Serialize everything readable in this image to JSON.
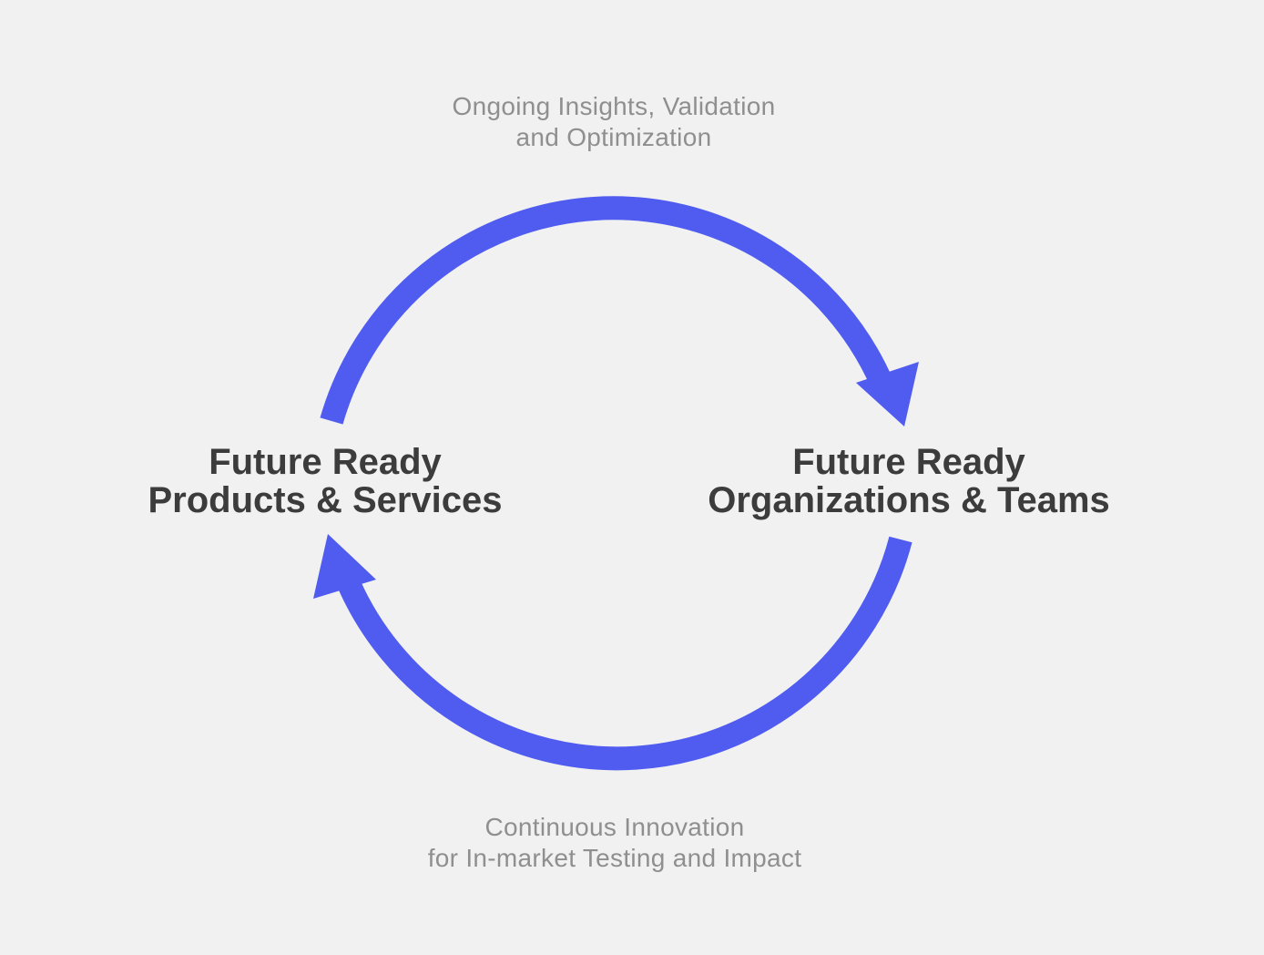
{
  "top_caption": {
    "line1": "Ongoing Insights, Validation",
    "line2": "and Optimization"
  },
  "bottom_caption": {
    "line1": "Continuous Innovation",
    "line2": "for In-market Testing and Impact"
  },
  "left_node": {
    "line1": "Future Ready",
    "line2": "Products & Services"
  },
  "right_node": {
    "line1": "Future Ready",
    "line2": "Organizations & Teams"
  },
  "colors": {
    "arrow": "#505cf0",
    "background": "#f1f1f1",
    "node_text": "#3c3c3c",
    "caption_text": "#8f8f8f"
  }
}
